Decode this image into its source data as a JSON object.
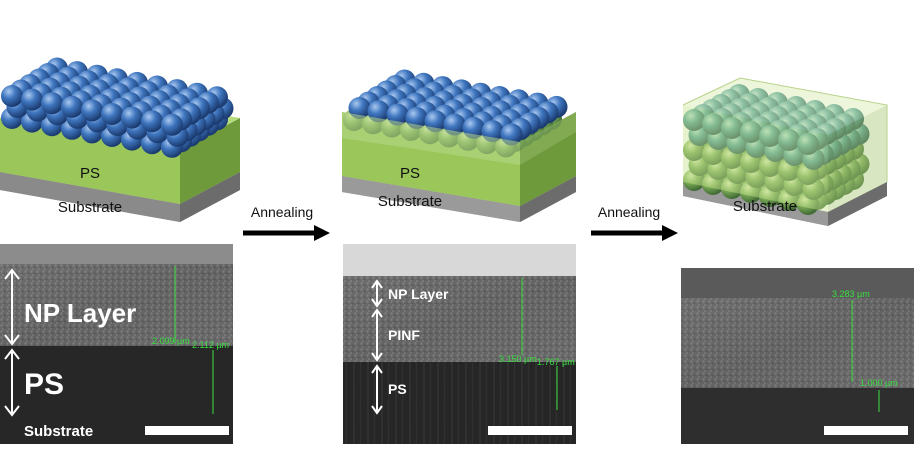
{
  "stage1": {
    "ps_label": "PS",
    "substrate_label": "Substrate",
    "sem": {
      "np_layer_label": "NP Layer",
      "ps_label": "PS",
      "substrate_label": "Substrate",
      "meas_a": "2.099 µm",
      "meas_b": "2.112 µm"
    }
  },
  "stage2": {
    "ps_label": "PS",
    "substrate_label": "Substrate",
    "sem": {
      "np_layer_label": "NP Layer",
      "pinf_label": "PINF",
      "ps_label": "PS",
      "meas_a": "3.150 µm",
      "meas_b": "1.767 µm"
    }
  },
  "stage3": {
    "substrate_label": "Substrate",
    "sem": {
      "meas_a": "3.283 µm",
      "meas_b": "1.000 µm"
    }
  },
  "arrows": [
    {
      "label": "Annealing"
    },
    {
      "label": "Annealing"
    }
  ],
  "colors": {
    "np_blue": "#3a6fb5",
    "np_teal": "#4f9c98",
    "ps_green": "#9ac65a",
    "substrate_grey": "#8a8a8a",
    "measure_green": "#38e040"
  }
}
